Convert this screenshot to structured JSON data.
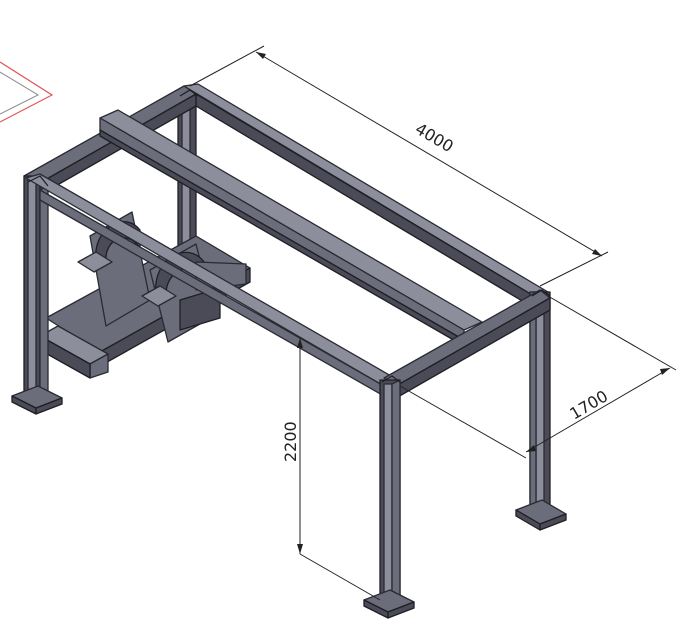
{
  "dimensions": {
    "length": "4000",
    "width": "1700",
    "height": "2200"
  },
  "colors": {
    "steel_light": "#8d8e9c",
    "steel_mid": "#6c6d7b",
    "steel_dark": "#4a4b57",
    "dimension_line": "#222222",
    "sketch_outline": "#e25555"
  }
}
